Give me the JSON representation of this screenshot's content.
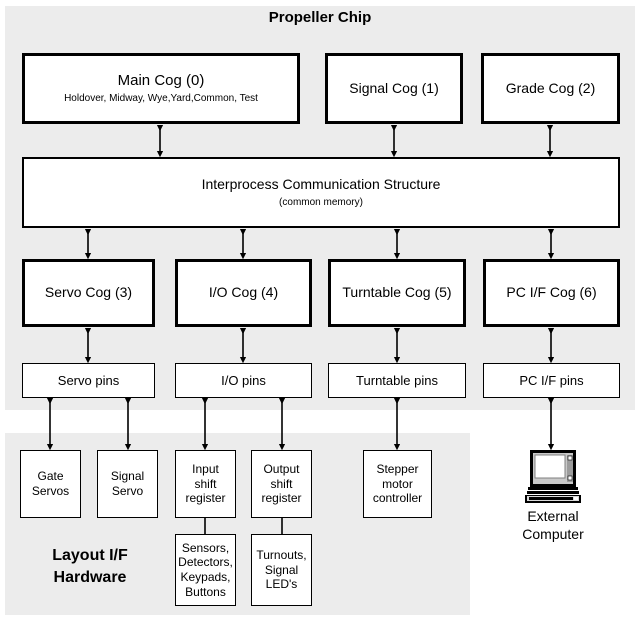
{
  "diagram": {
    "title": "Propeller Chip",
    "section_title_line1": "Layout I/F",
    "section_title_line2": "Hardware",
    "colors": {
      "panel": "#ececec",
      "box_fill": "#ffffff",
      "stroke": "#000000",
      "background": "#ffffff"
    }
  },
  "chip": {
    "top_cogs": [
      {
        "label": "Main Cog  (0)",
        "sublabel": "Holdover,  Midway, Wye,Yard,Common,  Test"
      },
      {
        "label": "Signal Cog  (1)",
        "sublabel": ""
      },
      {
        "label": "Grade Cog  (2)",
        "sublabel": ""
      }
    ],
    "ipc": {
      "label": "Interprocess Communication Structure",
      "sublabel": "(common memory)"
    },
    "bottom_cogs": [
      {
        "label": "Servo Cog (3)"
      },
      {
        "label": "I/O Cog (4)"
      },
      {
        "label": "Turntable Cog (5)"
      },
      {
        "label": "PC I/F Cog (6)"
      }
    ],
    "pins": [
      {
        "label": "Servo pins"
      },
      {
        "label": "I/O pins"
      },
      {
        "label": "Turntable pins"
      },
      {
        "label": "PC I/F pins"
      }
    ]
  },
  "hardware": {
    "devices": [
      {
        "label": "Gate\nServos"
      },
      {
        "label": "Signal\nServo"
      },
      {
        "label": "Input\nshift\nregister"
      },
      {
        "label": "Output\nshift\nregister"
      },
      {
        "label": "Stepper\nmotor\ncontroller"
      }
    ],
    "leaves": [
      {
        "label": "Sensors,\nDetectors,\nKeypads,\nButtons"
      },
      {
        "label": "Turnouts,\nSignal\nLED's"
      }
    ]
  },
  "external": {
    "icon": "computer-icon",
    "label_line1": "External",
    "label_line2": "Computer"
  }
}
